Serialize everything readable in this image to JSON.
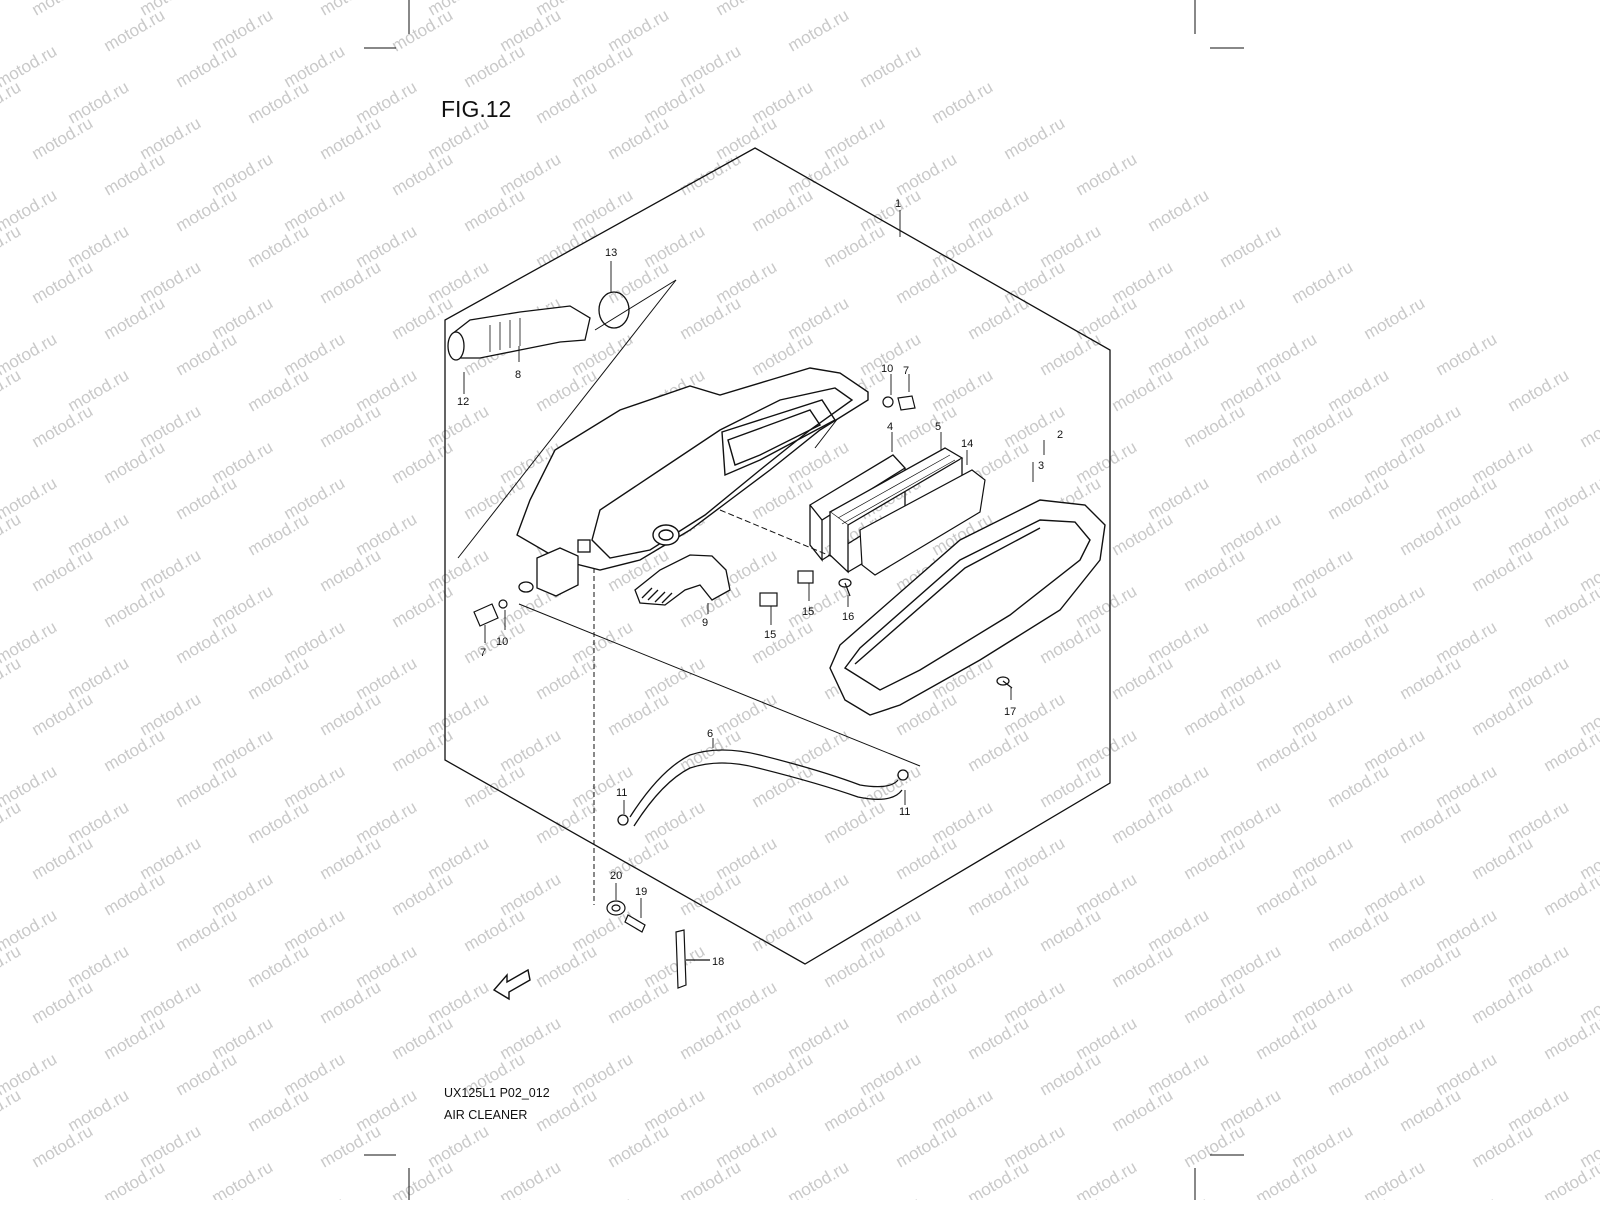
{
  "figure": {
    "title": "FIG.12",
    "code": "UX125L1 P02_012",
    "name": "AIR CLEANER",
    "watermark": "motod.ru",
    "fwd_label": "FWD"
  },
  "callouts": [
    {
      "id": "1",
      "label": "1"
    },
    {
      "id": "2",
      "label": "2"
    },
    {
      "id": "3",
      "label": "3"
    },
    {
      "id": "4",
      "label": "4"
    },
    {
      "id": "5",
      "label": "5"
    },
    {
      "id": "6",
      "label": "6"
    },
    {
      "id": "7a",
      "label": "7"
    },
    {
      "id": "7b",
      "label": "7"
    },
    {
      "id": "8",
      "label": "8"
    },
    {
      "id": "9",
      "label": "9"
    },
    {
      "id": "10a",
      "label": "10"
    },
    {
      "id": "10b",
      "label": "10"
    },
    {
      "id": "11a",
      "label": "11"
    },
    {
      "id": "11b",
      "label": "11"
    },
    {
      "id": "12",
      "label": "12"
    },
    {
      "id": "13",
      "label": "13"
    },
    {
      "id": "14",
      "label": "14"
    },
    {
      "id": "15a",
      "label": "15"
    },
    {
      "id": "15b",
      "label": "15"
    },
    {
      "id": "16",
      "label": "16"
    },
    {
      "id": "17",
      "label": "17"
    },
    {
      "id": "18",
      "label": "18"
    },
    {
      "id": "19",
      "label": "19"
    },
    {
      "id": "20",
      "label": "20"
    }
  ]
}
